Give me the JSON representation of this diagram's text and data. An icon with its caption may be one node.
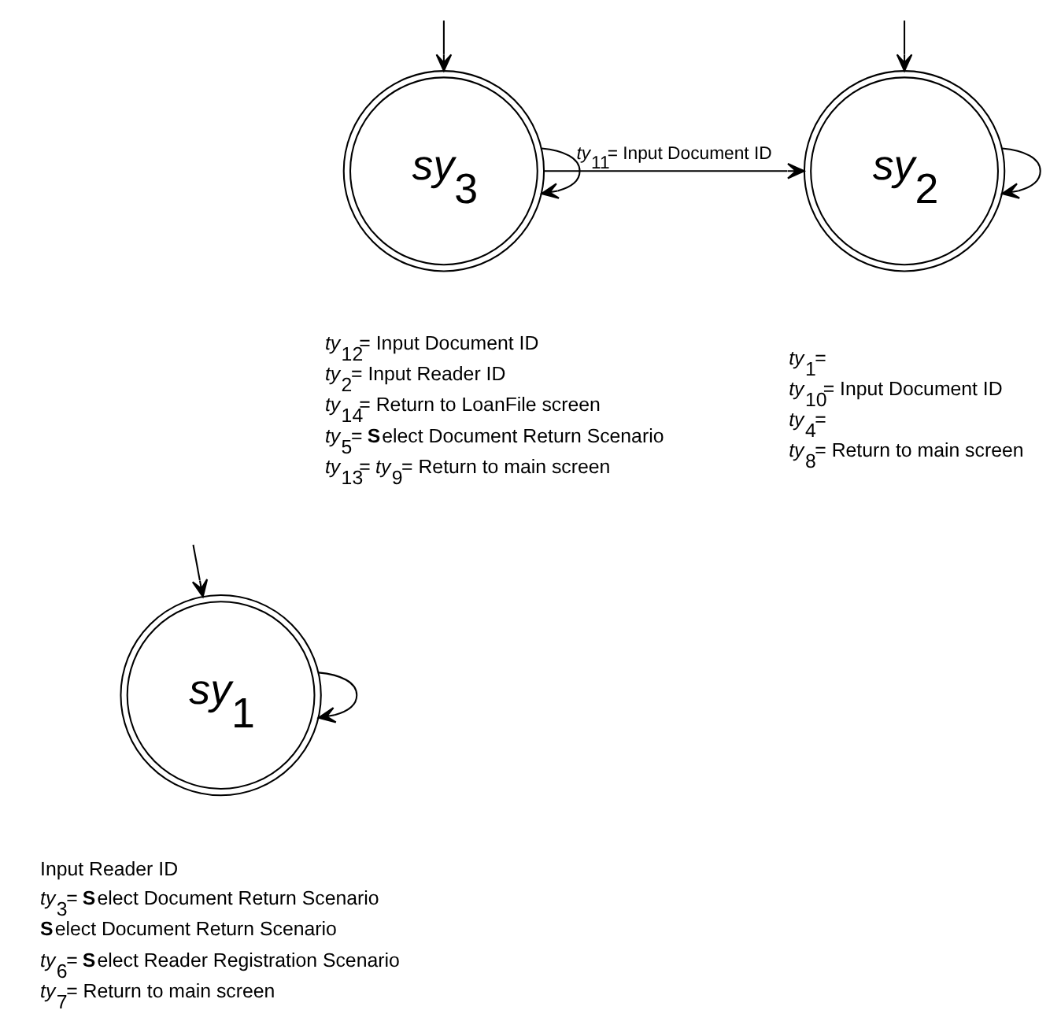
{
  "diagram": {
    "nodes": [
      {
        "text": [
          "*sy*$_{3}$"
        ]
      },
      {
        "text": [
          "*sy*$_{2}$"
        ]
      },
      {
        "text": [
          "*sy*$_{1}$"
        ]
      }
    ],
    "edges": [
      {
        "from": 0,
        "to": 1,
        "arrow": "to",
        "label": "*ty*$_{11}$= Input Document ID"
      },
      {
        "from": 0,
        "to": 0,
        "arrow": "to"
      },
      {
        "from": 1,
        "to": 1,
        "arrow": "to"
      },
      {
        "from": 2,
        "to": 2,
        "arrow": "to"
      },
      {
        "from": null,
        "to": 0,
        "arrow": "to"
      },
      {
        "from": null,
        "to": 1,
        "arrow": "to"
      },
      {
        "from": null,
        "to": 2,
        "arrow": "to"
      }
    ],
    "labels": [
      "*ty*$_{12}$= Input Document ID",
      "*ty*$_{2}$= Input Reader ID",
      "*ty*$_{14}$= Return to LoanFile screen",
      "*ty*$_{5}$= **S**elect Document Return Scenario",
      "*ty*$_{13}$= *ty*$_{9}$= Return to main screen",
      "*ty*$_{1}$=",
      "*ty*$_{10}$= Input Document ID",
      "*ty*$_{4}$=",
      "*ty*$_{8}$= Return to main screen",
      "Input Reader ID",
      "*ty*$_{3}$= **S**elect Document Return Scenario",
      "**S**elect Document Return Scenario",
      "*ty*$_{6}$= **S**elect Reader Registration Scenario",
      "*ty*$_{7}$= Return to main screen"
    ]
  }
}
